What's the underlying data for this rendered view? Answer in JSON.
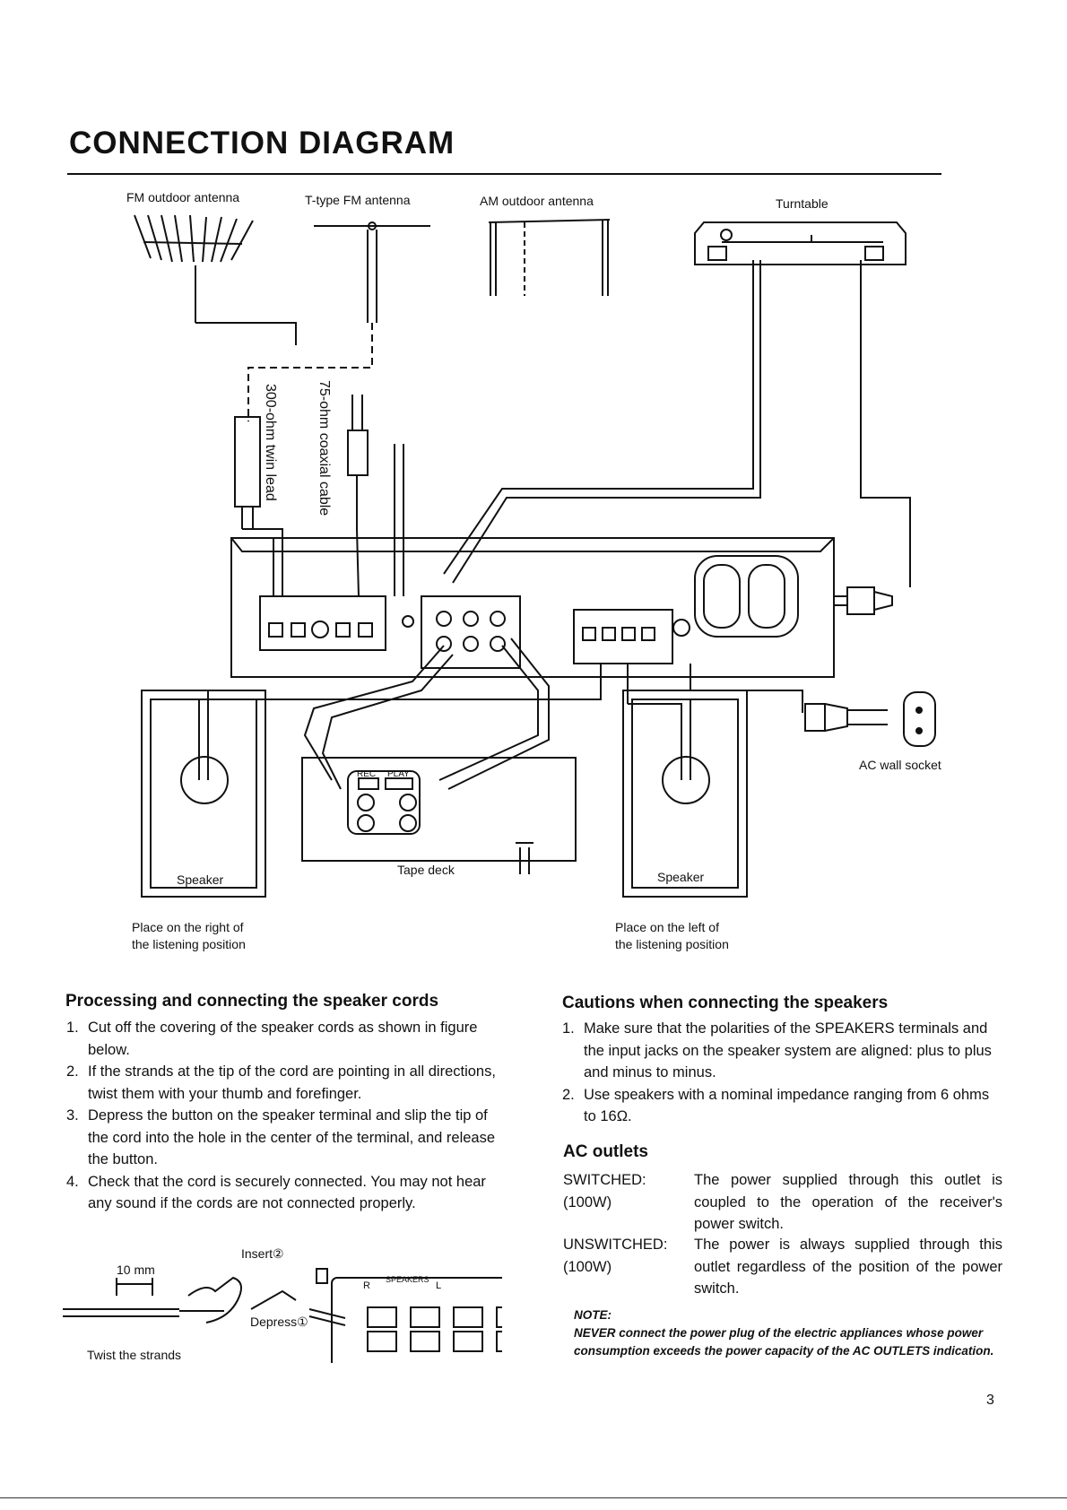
{
  "title": "CONNECTION DIAGRAM",
  "diagram_labels": {
    "fm_outdoor_antenna": "FM outdoor antenna",
    "t_type_fm_antenna": "T-type FM antenna",
    "am_outdoor_antenna": "AM outdoor antenna",
    "turntable": "Turntable",
    "twin_lead": "300-ohm twin lead",
    "coaxial_cable": "75-ohm coaxial cable",
    "ac_wall_socket": "AC wall socket",
    "speaker_left": "Speaker",
    "speaker_right": "Speaker",
    "tape_deck": "Tape deck",
    "rec": "REC",
    "play": "PLAY",
    "place_right_line1": "Place on the right of",
    "place_right_line2": "the listening position",
    "place_left_line1": "Place on the left of",
    "place_left_line2": "the listening position"
  },
  "processing": {
    "heading": "Processing and connecting the speaker cords",
    "items": [
      {
        "num": "1.",
        "text": "Cut off the covering of the speaker cords as shown in figure below."
      },
      {
        "num": "2.",
        "text": "If the strands at the tip of the cord are pointing in all directions, twist them with your thumb and forefinger."
      },
      {
        "num": "3.",
        "text": "Depress the button on the speaker terminal and slip the tip of the cord into the hole in the center of the terminal, and release the button."
      },
      {
        "num": "4.",
        "text": "Check that the cord is securely connected. You may not hear any sound if the cords are not connected properly."
      }
    ],
    "fig_10mm": "10 mm",
    "fig_twist": "Twist the strands",
    "fig_insert": "Insert②",
    "fig_depress": "Depress①",
    "fig_speakers": "SPEAKERS",
    "fig_r": "R",
    "fig_l": "L"
  },
  "cautions": {
    "heading": "Cautions when connecting the speakers",
    "items": [
      {
        "num": "1.",
        "text": "Make sure that the polarities of the SPEAKERS terminals and the input jacks on the speaker system are aligned: plus to plus and minus to minus."
      },
      {
        "num": "2.",
        "text": "Use speakers with a nominal impedance ranging from 6 ohms to 16Ω."
      }
    ]
  },
  "ac_outlets": {
    "heading": "AC outlets",
    "switched_key": "SWITCHED:",
    "switched_sub": "(100W)",
    "switched_desc": "The power supplied through this outlet is coupled to the operation of the receiver's power switch.",
    "unswitched_key": "UNSWITCHED:",
    "unswitched_sub": "(100W)",
    "unswitched_desc": "The power is always supplied through this outlet regardless of the position of the power switch."
  },
  "note": {
    "label": "NOTE:",
    "text": "NEVER connect the power plug of the electric appliances whose power consumption exceeds the power capacity of the AC OUTLETS indication."
  },
  "page_number": "3"
}
